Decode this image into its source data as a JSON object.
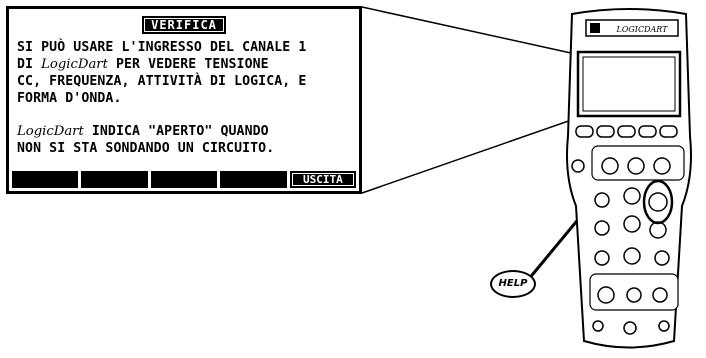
{
  "screen": {
    "title": "VERIFICA",
    "paragraph1": [
      "SI PUÒ USARE L'INGRESSO DEL CANALE 1",
      "PER VEDERE TENSIONE",
      "CC, FREQUENZA, ATTIVITÀ DI LOGICA, E",
      "FORMA D'ONDA."
    ],
    "paragraph1_prefix": "DI ",
    "paragraph2_line1": "INDICA \"APERTO\" QUANDO",
    "paragraph2_line2": "NON SI STA SONDANDO UN CIRCUITO.",
    "product_name": "LogicDart",
    "softkeys": [
      "",
      "",
      "",
      "",
      "USCITA"
    ]
  },
  "device": {
    "brand": "LOGICDART",
    "help_callout": "HELP"
  }
}
